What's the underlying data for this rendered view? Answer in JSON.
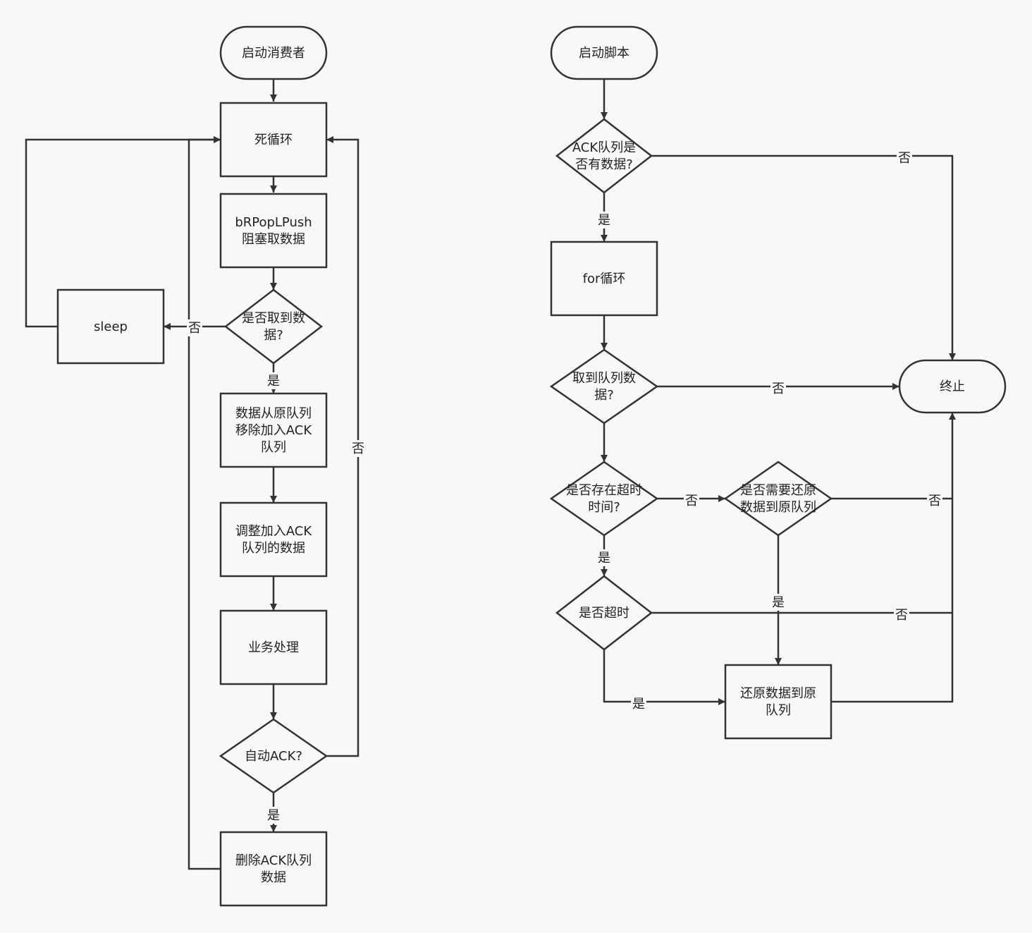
{
  "diagram": {
    "nodes": [
      {
        "id": "start_consumer",
        "lines": [
          "启动消费者"
        ]
      },
      {
        "id": "dead_loop",
        "lines": [
          "死循环"
        ]
      },
      {
        "id": "brpoplpush",
        "lines": [
          "bRPopLPush",
          "阻塞取数据"
        ]
      },
      {
        "id": "got_data",
        "lines": [
          "是否取到数",
          "据?"
        ]
      },
      {
        "id": "sleep",
        "lines": [
          "sleep"
        ]
      },
      {
        "id": "move_to_ack",
        "lines": [
          "数据从原队列",
          "移除加入ACK",
          "队列"
        ]
      },
      {
        "id": "adjust_ack",
        "lines": [
          "调整加入ACK",
          "队列的数据"
        ]
      },
      {
        "id": "business",
        "lines": [
          "业务处理"
        ]
      },
      {
        "id": "auto_ack",
        "lines": [
          "自动ACK?"
        ]
      },
      {
        "id": "delete_ack",
        "lines": [
          "删除ACK队列",
          "数据"
        ]
      },
      {
        "id": "start_script",
        "lines": [
          "启动脚本"
        ]
      },
      {
        "id": "ack_has_data",
        "lines": [
          "ACK队列是",
          "否有数据?"
        ]
      },
      {
        "id": "for_loop",
        "lines": [
          "for循环"
        ]
      },
      {
        "id": "got_queue_data",
        "lines": [
          "取到队列数",
          "据?"
        ]
      },
      {
        "id": "terminate",
        "lines": [
          "终止"
        ]
      },
      {
        "id": "has_timeout",
        "lines": [
          "是否存在超时",
          "时间?"
        ]
      },
      {
        "id": "need_restore",
        "lines": [
          "是否需要还原",
          "数据到原队列"
        ]
      },
      {
        "id": "is_timeout",
        "lines": [
          "是否超时"
        ]
      },
      {
        "id": "restore",
        "lines": [
          "还原数据到原",
          "队列"
        ]
      }
    ],
    "edges": [
      {
        "id": "e1",
        "from": "start_consumer",
        "to": "dead_loop",
        "label": ""
      },
      {
        "id": "e2",
        "from": "dead_loop",
        "to": "brpoplpush",
        "label": ""
      },
      {
        "id": "e3",
        "from": "brpoplpush",
        "to": "got_data",
        "label": ""
      },
      {
        "id": "e4",
        "from": "got_data",
        "to": "sleep",
        "label": "否"
      },
      {
        "id": "e5",
        "from": "sleep",
        "to": "dead_loop",
        "label": ""
      },
      {
        "id": "e6",
        "from": "got_data",
        "to": "move_to_ack",
        "label": "是"
      },
      {
        "id": "e7",
        "from": "move_to_ack",
        "to": "adjust_ack",
        "label": ""
      },
      {
        "id": "e8",
        "from": "adjust_ack",
        "to": "business",
        "label": ""
      },
      {
        "id": "e9",
        "from": "business",
        "to": "auto_ack",
        "label": ""
      },
      {
        "id": "e10",
        "from": "auto_ack",
        "to": "dead_loop",
        "label": "否"
      },
      {
        "id": "e11",
        "from": "auto_ack",
        "to": "delete_ack",
        "label": "是"
      },
      {
        "id": "e12",
        "from": "delete_ack",
        "to": "dead_loop",
        "label": ""
      },
      {
        "id": "e13",
        "from": "start_script",
        "to": "ack_has_data",
        "label": ""
      },
      {
        "id": "e14",
        "from": "ack_has_data",
        "to": "terminate",
        "label": "否"
      },
      {
        "id": "e15",
        "from": "ack_has_data",
        "to": "for_loop",
        "label": "是"
      },
      {
        "id": "e16",
        "from": "for_loop",
        "to": "got_queue_data",
        "label": ""
      },
      {
        "id": "e17",
        "from": "got_queue_data",
        "to": "terminate",
        "label": "否"
      },
      {
        "id": "e18",
        "from": "got_queue_data",
        "to": "has_timeout",
        "label": ""
      },
      {
        "id": "e19",
        "from": "has_timeout",
        "to": "need_restore",
        "label": "否"
      },
      {
        "id": "e20",
        "from": "need_restore",
        "to": "terminate",
        "label": "否"
      },
      {
        "id": "e21",
        "from": "has_timeout",
        "to": "is_timeout",
        "label": "是"
      },
      {
        "id": "e22",
        "from": "need_restore",
        "to": "restore",
        "label": "是"
      },
      {
        "id": "e23",
        "from": "is_timeout",
        "to": "terminate",
        "label": "否"
      },
      {
        "id": "e24",
        "from": "is_timeout",
        "to": "restore",
        "label": "是"
      },
      {
        "id": "e25",
        "from": "restore",
        "to": "terminate",
        "label": ""
      }
    ]
  }
}
